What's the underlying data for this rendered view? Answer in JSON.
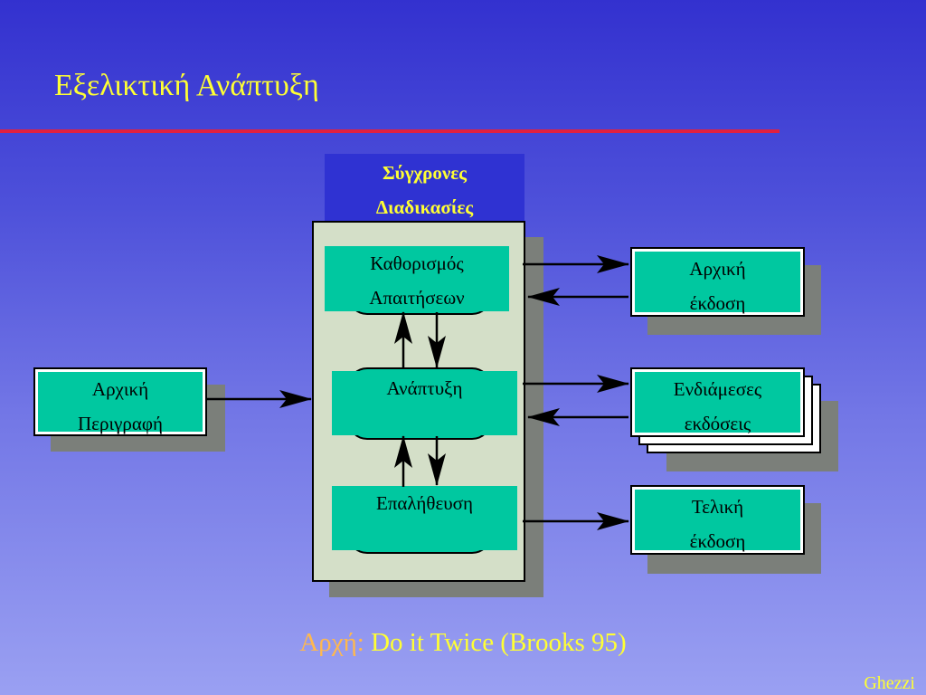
{
  "title": "Εξελικτική Ανάπτυξη",
  "header": {
    "line1": "Σύγχρονες",
    "line2": "Διαδικασίες"
  },
  "left_box": {
    "line1": "Αρχική",
    "line2": "Περιγραφή"
  },
  "activities": [
    {
      "line1": "Καθορισμός",
      "line2": "Απαιτήσεων"
    },
    {
      "line1": "Ανάπτυξη"
    },
    {
      "line1": "Επαλήθευση"
    }
  ],
  "outputs": [
    {
      "line1": "Αρχική",
      "line2": "έκδοση"
    },
    {
      "line1": "Ενδιάμεσες",
      "line2": "εκδόσεις"
    },
    {
      "line1": "Τελική",
      "line2": "έκδοση"
    }
  ],
  "principle": {
    "label": "Αρχή:",
    "text": "Do it Twice (Brooks 95)"
  },
  "credit": "Ghezzi",
  "colors": {
    "title": "#ffff33",
    "rule": "#e02040",
    "box_fill": "#00c8a0",
    "panel": "#d4dfc8",
    "header_fill": "#2f32d2",
    "shadow": "#7b7f7a"
  }
}
